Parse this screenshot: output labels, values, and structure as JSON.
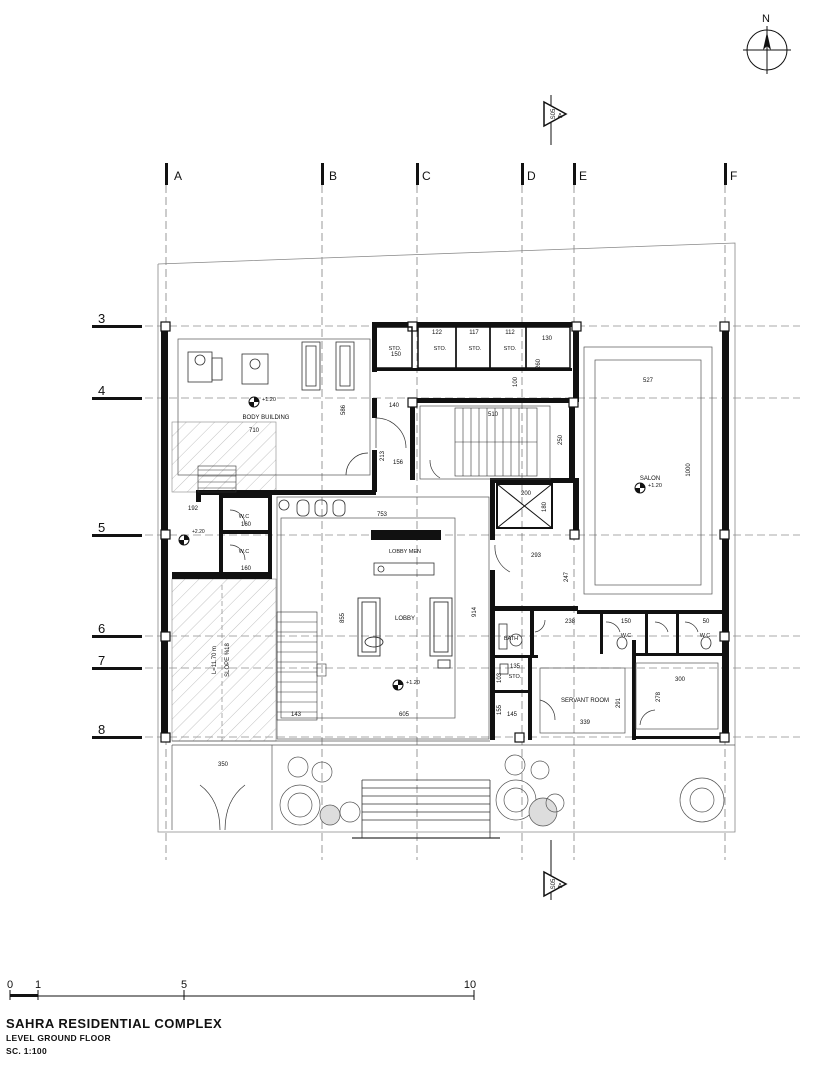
{
  "north_label": "N",
  "grid_columns": [
    "A",
    "B",
    "C",
    "D",
    "E",
    "F"
  ],
  "grid_rows": [
    "3",
    "4",
    "5",
    "6",
    "7",
    "8"
  ],
  "section_marker": {
    "top": "A",
    "bottom": "A",
    "sheet": "S05"
  },
  "rooms": {
    "body_building": "BODY BUILDING",
    "salon": "SALON",
    "lobby": "LOBBY",
    "lobby_men": "LOBBY MEN",
    "servant_room": "SERVANT ROOM",
    "wc": "W.C",
    "sto": "STO.",
    "bath": "BATH",
    "ramp": "L=11.70 m",
    "slope": "SLOPE %18"
  },
  "levels": {
    "body_building": "+1.20",
    "salon": "+1.20",
    "lobby": "+1.20",
    "wc": "+2.20"
  },
  "dimensions": {
    "d527": "527",
    "d1000": "1000",
    "d710": "710",
    "d586": "586",
    "d140": "140",
    "d510": "510",
    "d250": "250",
    "d213": "213",
    "d156": "156",
    "d200": "200",
    "d180": "180",
    "d753": "753",
    "d293": "293",
    "d247": "247",
    "d855": "855",
    "d914": "914",
    "d605": "605",
    "d143": "143",
    "d238": "238",
    "d300": "300",
    "d278": "278",
    "d339": "339",
    "d291": "291",
    "d145": "145",
    "d155": "155",
    "d135": "135",
    "d103": "103",
    "d350": "350",
    "d192": "192",
    "d160": "160",
    "d122": "122",
    "d117": "117",
    "d112": "112",
    "d130": "130",
    "d150": "150",
    "d100": "100",
    "d260": "260",
    "d50": "50"
  },
  "scale_bar": {
    "labels": [
      "0",
      "1",
      "5",
      "10"
    ]
  },
  "title_block": {
    "title": "SAHRA RESIDENTIAL COMPLEX",
    "level": "LEVEL GROUND FLOOR",
    "scale": "SC. 1:100"
  }
}
